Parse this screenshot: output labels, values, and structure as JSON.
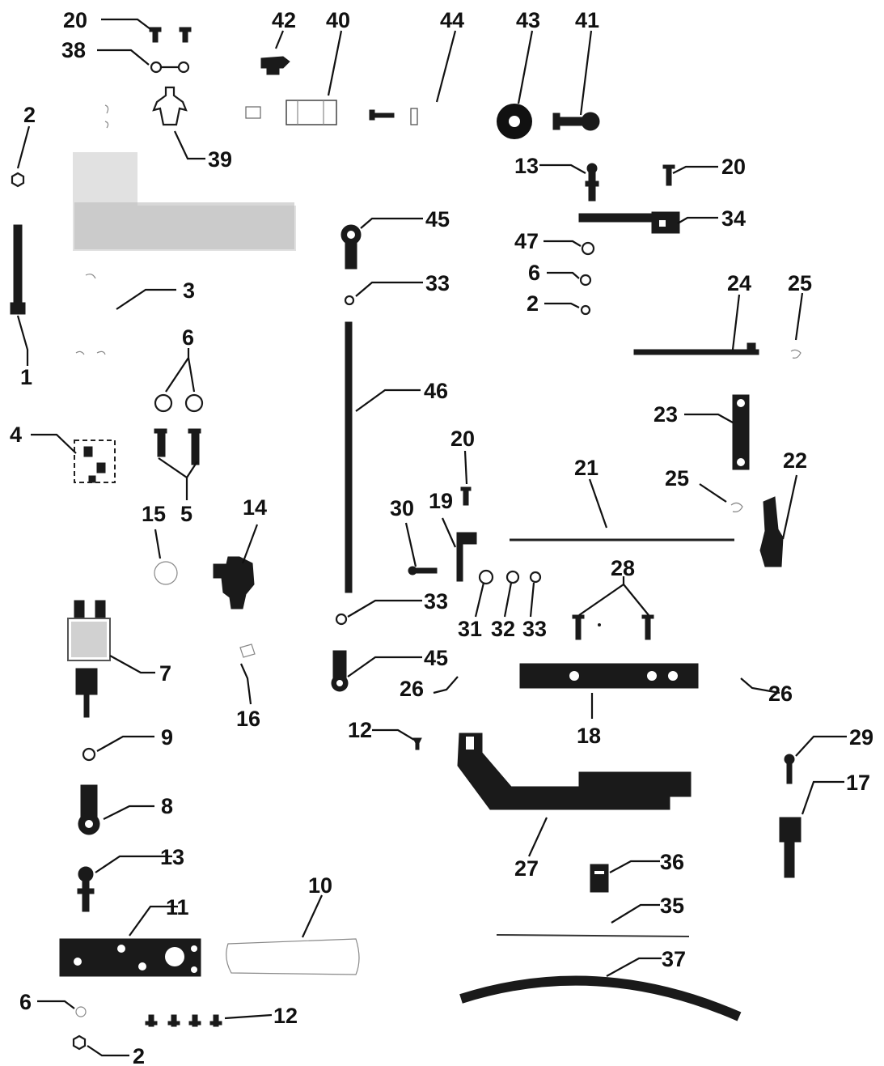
{
  "diagram": {
    "callouts": [
      {
        "key": "p20a",
        "text": "20"
      },
      {
        "key": "p38",
        "text": "38"
      },
      {
        "key": "p42",
        "text": "42"
      },
      {
        "key": "p40",
        "text": "40"
      },
      {
        "key": "p44",
        "text": "44"
      },
      {
        "key": "p43",
        "text": "43"
      },
      {
        "key": "p41",
        "text": "41"
      },
      {
        "key": "p2a",
        "text": "2"
      },
      {
        "key": "p39",
        "text": "39"
      },
      {
        "key": "p13a",
        "text": "13"
      },
      {
        "key": "p20b",
        "text": "20"
      },
      {
        "key": "p45a",
        "text": "45"
      },
      {
        "key": "p34",
        "text": "34"
      },
      {
        "key": "p47",
        "text": "47"
      },
      {
        "key": "p6a",
        "text": "6"
      },
      {
        "key": "p33a",
        "text": "33"
      },
      {
        "key": "p3",
        "text": "3"
      },
      {
        "key": "p2b",
        "text": "2"
      },
      {
        "key": "p24",
        "text": "24"
      },
      {
        "key": "p25a",
        "text": "25"
      },
      {
        "key": "p6b",
        "text": "6"
      },
      {
        "key": "p1",
        "text": "1"
      },
      {
        "key": "p46",
        "text": "46"
      },
      {
        "key": "p23",
        "text": "23"
      },
      {
        "key": "p4",
        "text": "4"
      },
      {
        "key": "p20c",
        "text": "20"
      },
      {
        "key": "p21",
        "text": "21"
      },
      {
        "key": "p22",
        "text": "22"
      },
      {
        "key": "p25b",
        "text": "25"
      },
      {
        "key": "p5",
        "text": "5"
      },
      {
        "key": "p15",
        "text": "15"
      },
      {
        "key": "p14",
        "text": "14"
      },
      {
        "key": "p30",
        "text": "30"
      },
      {
        "key": "p19",
        "text": "19"
      },
      {
        "key": "p28",
        "text": "28"
      },
      {
        "key": "p33b",
        "text": "33"
      },
      {
        "key": "p31",
        "text": "31"
      },
      {
        "key": "p32",
        "text": "32"
      },
      {
        "key": "p33c",
        "text": "33"
      },
      {
        "key": "p7",
        "text": "7"
      },
      {
        "key": "p45b",
        "text": "45"
      },
      {
        "key": "p26a",
        "text": "26"
      },
      {
        "key": "p26b",
        "text": "26"
      },
      {
        "key": "p16",
        "text": "16"
      },
      {
        "key": "p18",
        "text": "18"
      },
      {
        "key": "p9",
        "text": "9"
      },
      {
        "key": "p12a",
        "text": "12"
      },
      {
        "key": "p29",
        "text": "29"
      },
      {
        "key": "p8",
        "text": "8"
      },
      {
        "key": "p17",
        "text": "17"
      },
      {
        "key": "p27",
        "text": "27"
      },
      {
        "key": "p13b",
        "text": "13"
      },
      {
        "key": "p36",
        "text": "36"
      },
      {
        "key": "p10",
        "text": "10"
      },
      {
        "key": "p11",
        "text": "11"
      },
      {
        "key": "p35",
        "text": "35"
      },
      {
        "key": "p37",
        "text": "37"
      },
      {
        "key": "p6c",
        "text": "6"
      },
      {
        "key": "p12b",
        "text": "12"
      },
      {
        "key": "p2c",
        "text": "2"
      }
    ]
  }
}
